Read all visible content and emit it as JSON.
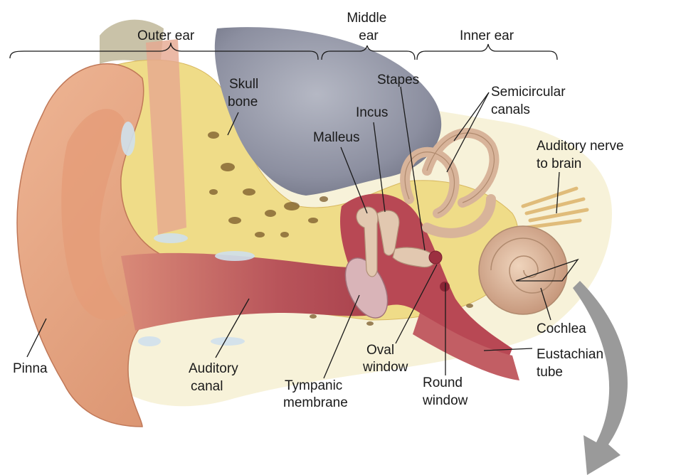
{
  "regions": {
    "outer_ear": [
      "Outer ear"
    ],
    "middle_ear": [
      "Middle",
      "ear"
    ],
    "inner_ear": [
      "Inner ear"
    ]
  },
  "labels": {
    "skull_bone": [
      "Skull",
      "bone"
    ],
    "stapes": [
      "Stapes"
    ],
    "incus": [
      "Incus"
    ],
    "malleus": [
      "Malleus"
    ],
    "semicircular_canals": [
      "Semicircular",
      "canals"
    ],
    "auditory_nerve": [
      "Auditory nerve",
      "to brain"
    ],
    "cochlea": [
      "Cochlea"
    ],
    "eustachian_tube": [
      "Eustachian",
      "tube"
    ],
    "round_window": [
      "Round",
      "window"
    ],
    "oval_window": [
      "Oval",
      "window"
    ],
    "tympanic_membrane": [
      "Tympanic",
      "membrane"
    ],
    "auditory_canal": [
      "Auditory",
      "canal"
    ],
    "pinna": [
      "Pinna"
    ]
  },
  "colors": {
    "skin": "#e8a884",
    "skin_dark": "#c97a5a",
    "canal": "#b85a56",
    "bone": "#eedc8a",
    "bone_pit": "#7a5a2a",
    "brain_gray": "#8a8d9a",
    "cochlea": "#d8b49a",
    "arrow": "#9a9a9a",
    "nerve": "#e0bc7a"
  }
}
